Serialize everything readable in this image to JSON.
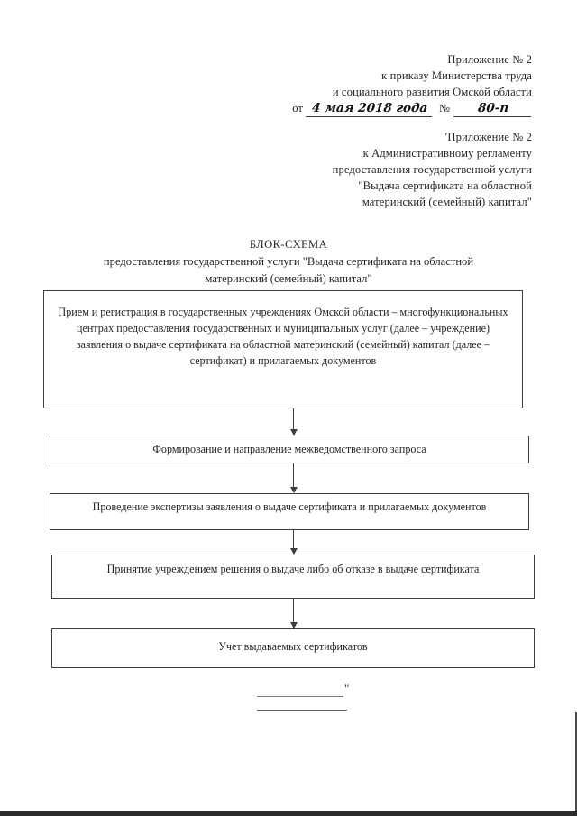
{
  "header_approval": {
    "lines": [
      "Приложение № 2",
      "к приказу Министерства труда",
      "и социального развития Омской области"
    ],
    "date_row": {
      "label": "от",
      "handwritten_date": "4 мая 2018 года",
      "number_label": "№",
      "handwritten_number": "80-п"
    }
  },
  "header_appendix": {
    "lines": [
      "\"Приложение № 2",
      "к Административному регламенту",
      "предоставления государственной услуги",
      "\"Выдача сертификата на областной",
      "материнский (семейный) капитал\""
    ]
  },
  "document_title": {
    "main": "БЛОК-СХЕМА",
    "subtitle_lines": [
      "предоставления государственной услуги \"Выдача сертификата на областной",
      "материнский (семейный) капитал\""
    ]
  },
  "flowchart": {
    "boxes": [
      {
        "id": "box-1",
        "text": "Прием и регистрация в государственных учреждениях Омской области – многофункциональных центрах предоставления государственных и муниципальных услуг (далее – учреждение) заявления о выдаче сертификата на областной материнский (семейный) капитал (далее – сертификат) и прилагаемых документов"
      },
      {
        "id": "box-2",
        "text": "Формирование и направление межведомственного запроса"
      },
      {
        "id": "box-3",
        "text": "Проведение экспертизы заявления о выдаче сертификата и прилагаемых документов"
      },
      {
        "id": "box-4",
        "text": "Принятие учреждением решения о выдаче либо об отказе в выдаче сертификата"
      },
      {
        "id": "box-5",
        "text": "Учет выдаваемых сертификатов"
      }
    ],
    "connector_count": 4,
    "connector_direction": "down"
  },
  "footer": {
    "closing_quote": "\"",
    "rule_count": 2
  },
  "colors": {
    "page_background": "#ffffff",
    "text": "#262626",
    "box_border": "#3d3d3d",
    "connector": "#3d3d3d",
    "footer_rule": "#7d7d7d",
    "scan_edge": "#2c2c2c"
  }
}
